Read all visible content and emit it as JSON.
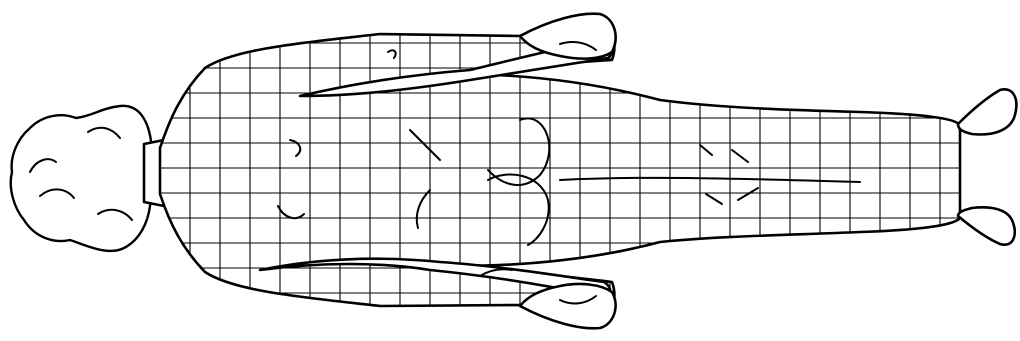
{
  "figure": {
    "subject": "body-outline",
    "orientation": "rotated-head-left",
    "view": "back",
    "grid_overlay": true,
    "colors": {
      "background": "#ffffff",
      "line": "#000000"
    }
  }
}
